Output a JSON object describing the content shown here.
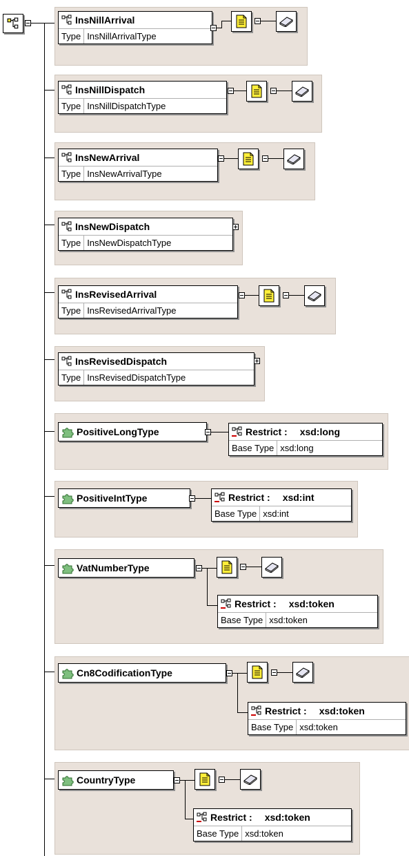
{
  "diagram": {
    "root": {
      "icon": "sequence-icon"
    },
    "elements": [
      {
        "name": "InsNillArrival",
        "prop_key": "Type",
        "prop_value": "InsNillArrivalType",
        "annotated": true
      },
      {
        "name": "InsNillDispatch",
        "prop_key": "Type",
        "prop_value": "InsNillDispatchType",
        "annotated": true
      },
      {
        "name": "InsNewArrival",
        "prop_key": "Type",
        "prop_value": "InsNewArrivalType",
        "annotated": true
      },
      {
        "name": "InsNewDispatch",
        "prop_key": "Type",
        "prop_value": "InsNewDispatchType",
        "annotated": false
      },
      {
        "name": "InsRevisedArrival",
        "prop_key": "Type",
        "prop_value": "InsRevisedArrivalType",
        "annotated": true
      },
      {
        "name": "InsRevisedDispatch",
        "prop_key": "Type",
        "prop_value": "InsRevisedDispatchType",
        "annotated": false
      }
    ],
    "simple_types": [
      {
        "name": "PositiveLongType",
        "restrict_label": "Restrict :",
        "base": "xsd:long",
        "base_key": "Base Type",
        "base_value": "xsd:long"
      },
      {
        "name": "PositiveIntType",
        "restrict_label": "Restrict :",
        "base": "xsd:int",
        "base_key": "Base Type",
        "base_value": "xsd:int"
      },
      {
        "name": "VatNumberType",
        "restrict_label": "Restrict :",
        "base": "xsd:token",
        "base_key": "Base Type",
        "base_value": "xsd:token"
      },
      {
        "name": "Cn8CodificationType",
        "restrict_label": "Restrict :",
        "base": "xsd:token",
        "base_key": "Base Type",
        "base_value": "xsd:token"
      },
      {
        "name": "CountryType",
        "restrict_label": "Restrict :",
        "base": "xsd:token",
        "base_key": "Base Type",
        "base_value": "xsd:token"
      }
    ],
    "colors": {
      "panel": "#e9e1da",
      "note": "#ffef3a",
      "puzzle": "#7fbf7f",
      "restrict_mark": "#cc0000"
    }
  }
}
